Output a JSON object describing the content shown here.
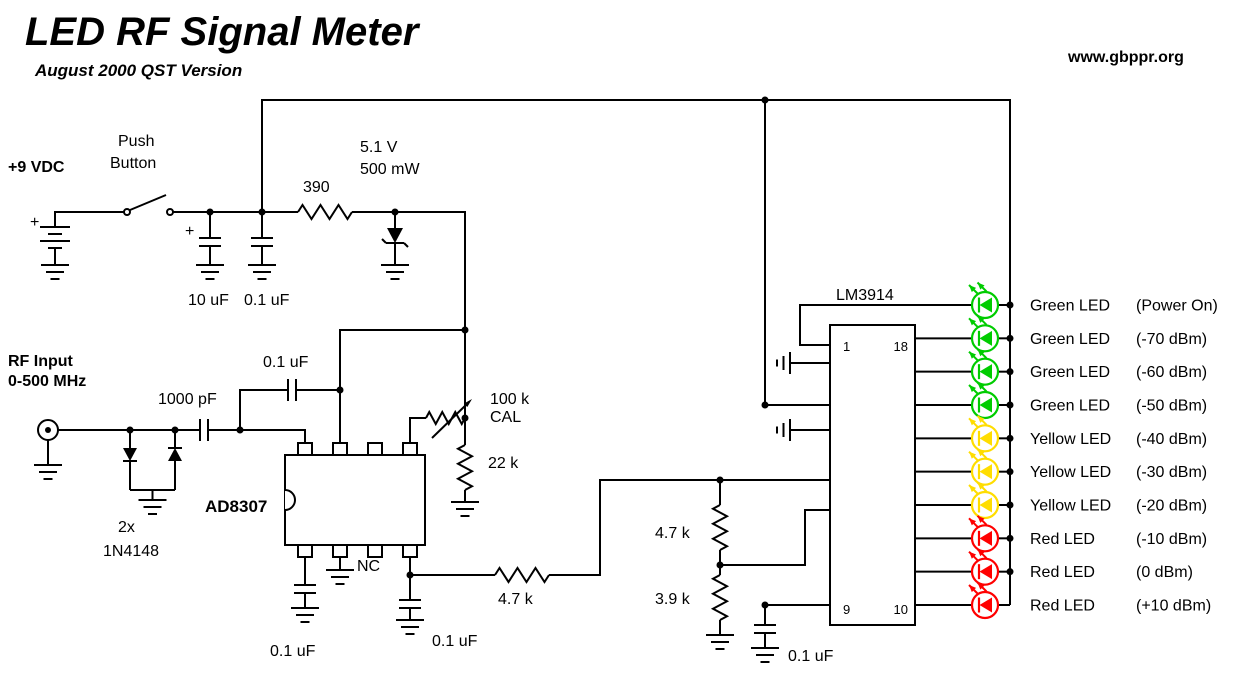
{
  "header": {
    "title": "LED RF Signal Meter",
    "subtitle": "August 2000 QST Version",
    "website": "www.gbppr.org"
  },
  "colors": {
    "title_blue": "#0000cc",
    "green": "#00cc00",
    "yellow": "#ffdd00",
    "red": "#ff0000"
  },
  "labels": {
    "supply": "+9 VDC",
    "plus_battery": "+",
    "plus_10uf": "+",
    "push": "Push",
    "button": "Button",
    "r390": "390",
    "zener_v": "5.1 V",
    "zener_p": "500 mW",
    "c10uf": "10 uF",
    "c01_supply": "0.1 uF",
    "rf_input": "RF Input",
    "rf_range": "0-500 MHz",
    "c1000pf": "1000 pF",
    "c01_bypass": "0.1 uF",
    "pot": "100 k",
    "cal": "CAL",
    "r22k": "22 k",
    "ic1": "AD8307",
    "diodes_qty": "2x",
    "diodes_part": "1N4148",
    "nc": "NC",
    "c01_out1": "0.1 uF",
    "c01_out2": "0.1 uF",
    "r47k_series": "4.7 k",
    "r47k_div": "4.7 k",
    "r39k_div": "3.9 k",
    "c01_ref": "0.1 uF",
    "ic2": "LM3914",
    "pin1": "1",
    "pin18": "18",
    "pin9": "9",
    "pin10": "10"
  },
  "leds": [
    {
      "color": "green",
      "name": "Green LED",
      "level": "(Power On)"
    },
    {
      "color": "green",
      "name": "Green LED",
      "level": "(-70 dBm)"
    },
    {
      "color": "green",
      "name": "Green LED",
      "level": "(-60 dBm)"
    },
    {
      "color": "green",
      "name": "Green LED",
      "level": "(-50 dBm)"
    },
    {
      "color": "yellow",
      "name": "Yellow LED",
      "level": "(-40 dBm)"
    },
    {
      "color": "yellow",
      "name": "Yellow LED",
      "level": "(-30 dBm)"
    },
    {
      "color": "yellow",
      "name": "Yellow LED",
      "level": "(-20 dBm)"
    },
    {
      "color": "red",
      "name": "Red LED",
      "level": "(-10 dBm)"
    },
    {
      "color": "red",
      "name": "Red LED",
      "level": "(0 dBm)"
    },
    {
      "color": "red",
      "name": "Red LED",
      "level": "(+10 dBm)"
    }
  ]
}
